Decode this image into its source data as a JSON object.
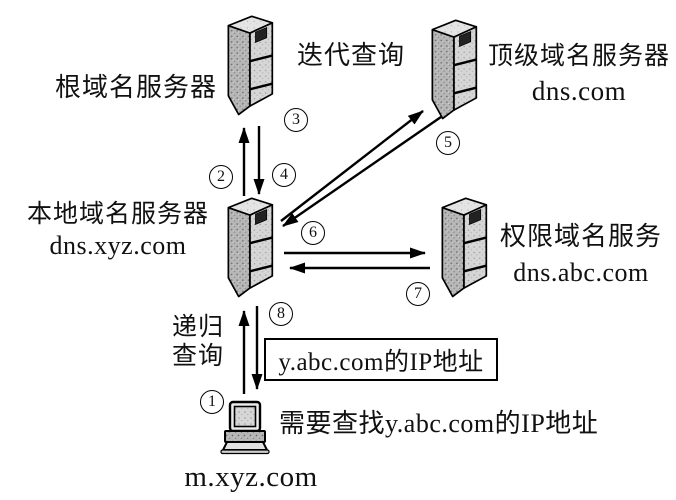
{
  "labels": {
    "root_server": "根域名服务器",
    "iterative_query": "迭代查询",
    "tld_server": "顶级域名服务器",
    "tld_domain": "dns.com",
    "local_server": "本地域名服务器",
    "local_domain": "dns.xyz.com",
    "auth_server": "权限域名服务",
    "auth_domain": "dns.abc.com",
    "recursive_line1": "递归",
    "recursive_line2": "查询",
    "result_box": "y.abc.com的IP地址",
    "host_caption": "需要查找y.abc.com的IP地址",
    "host_name": "m.xyz.com"
  },
  "steps": [
    {
      "num": "1"
    },
    {
      "num": "2"
    },
    {
      "num": "3"
    },
    {
      "num": "4"
    },
    {
      "num": "5"
    },
    {
      "num": "6"
    },
    {
      "num": "7"
    },
    {
      "num": "8"
    }
  ],
  "icons": {
    "server": "server-tower-icon",
    "host": "desktop-computer-icon"
  },
  "colors": {
    "background": "#ffffff",
    "line": "#000000",
    "text": "#111111",
    "server_side": "#b7b7b7",
    "server_front": "#d6d6d6",
    "server_top": "#e4e4e4",
    "slot": "#222222"
  }
}
